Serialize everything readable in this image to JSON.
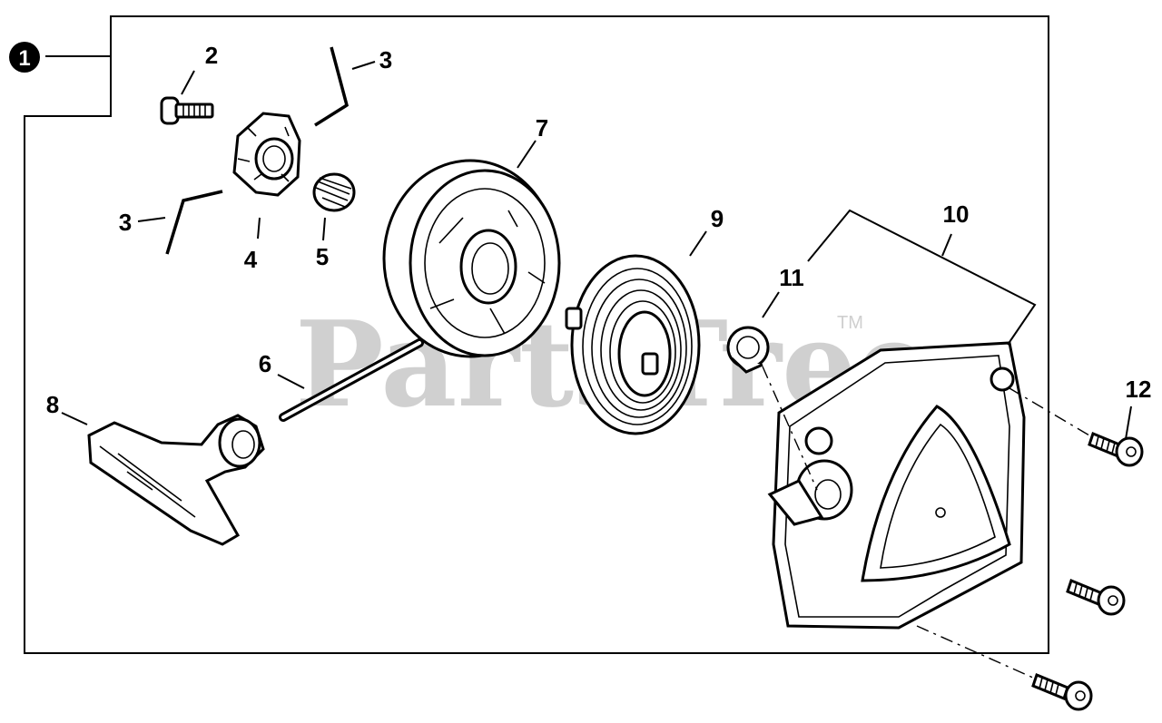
{
  "watermark": {
    "text": "PartsTree",
    "trademark": "TM"
  },
  "callouts": [
    {
      "id": "1",
      "text": "1",
      "style": "circled"
    },
    {
      "id": "2",
      "text": "2"
    },
    {
      "id": "3a",
      "text": "3"
    },
    {
      "id": "3b",
      "text": "3"
    },
    {
      "id": "4",
      "text": "4"
    },
    {
      "id": "5",
      "text": "5"
    },
    {
      "id": "6",
      "text": "6"
    },
    {
      "id": "7",
      "text": "7"
    },
    {
      "id": "8",
      "text": "8"
    },
    {
      "id": "9",
      "text": "9"
    },
    {
      "id": "10",
      "text": "10"
    },
    {
      "id": "11",
      "text": "11"
    },
    {
      "id": "12",
      "text": "12"
    }
  ]
}
